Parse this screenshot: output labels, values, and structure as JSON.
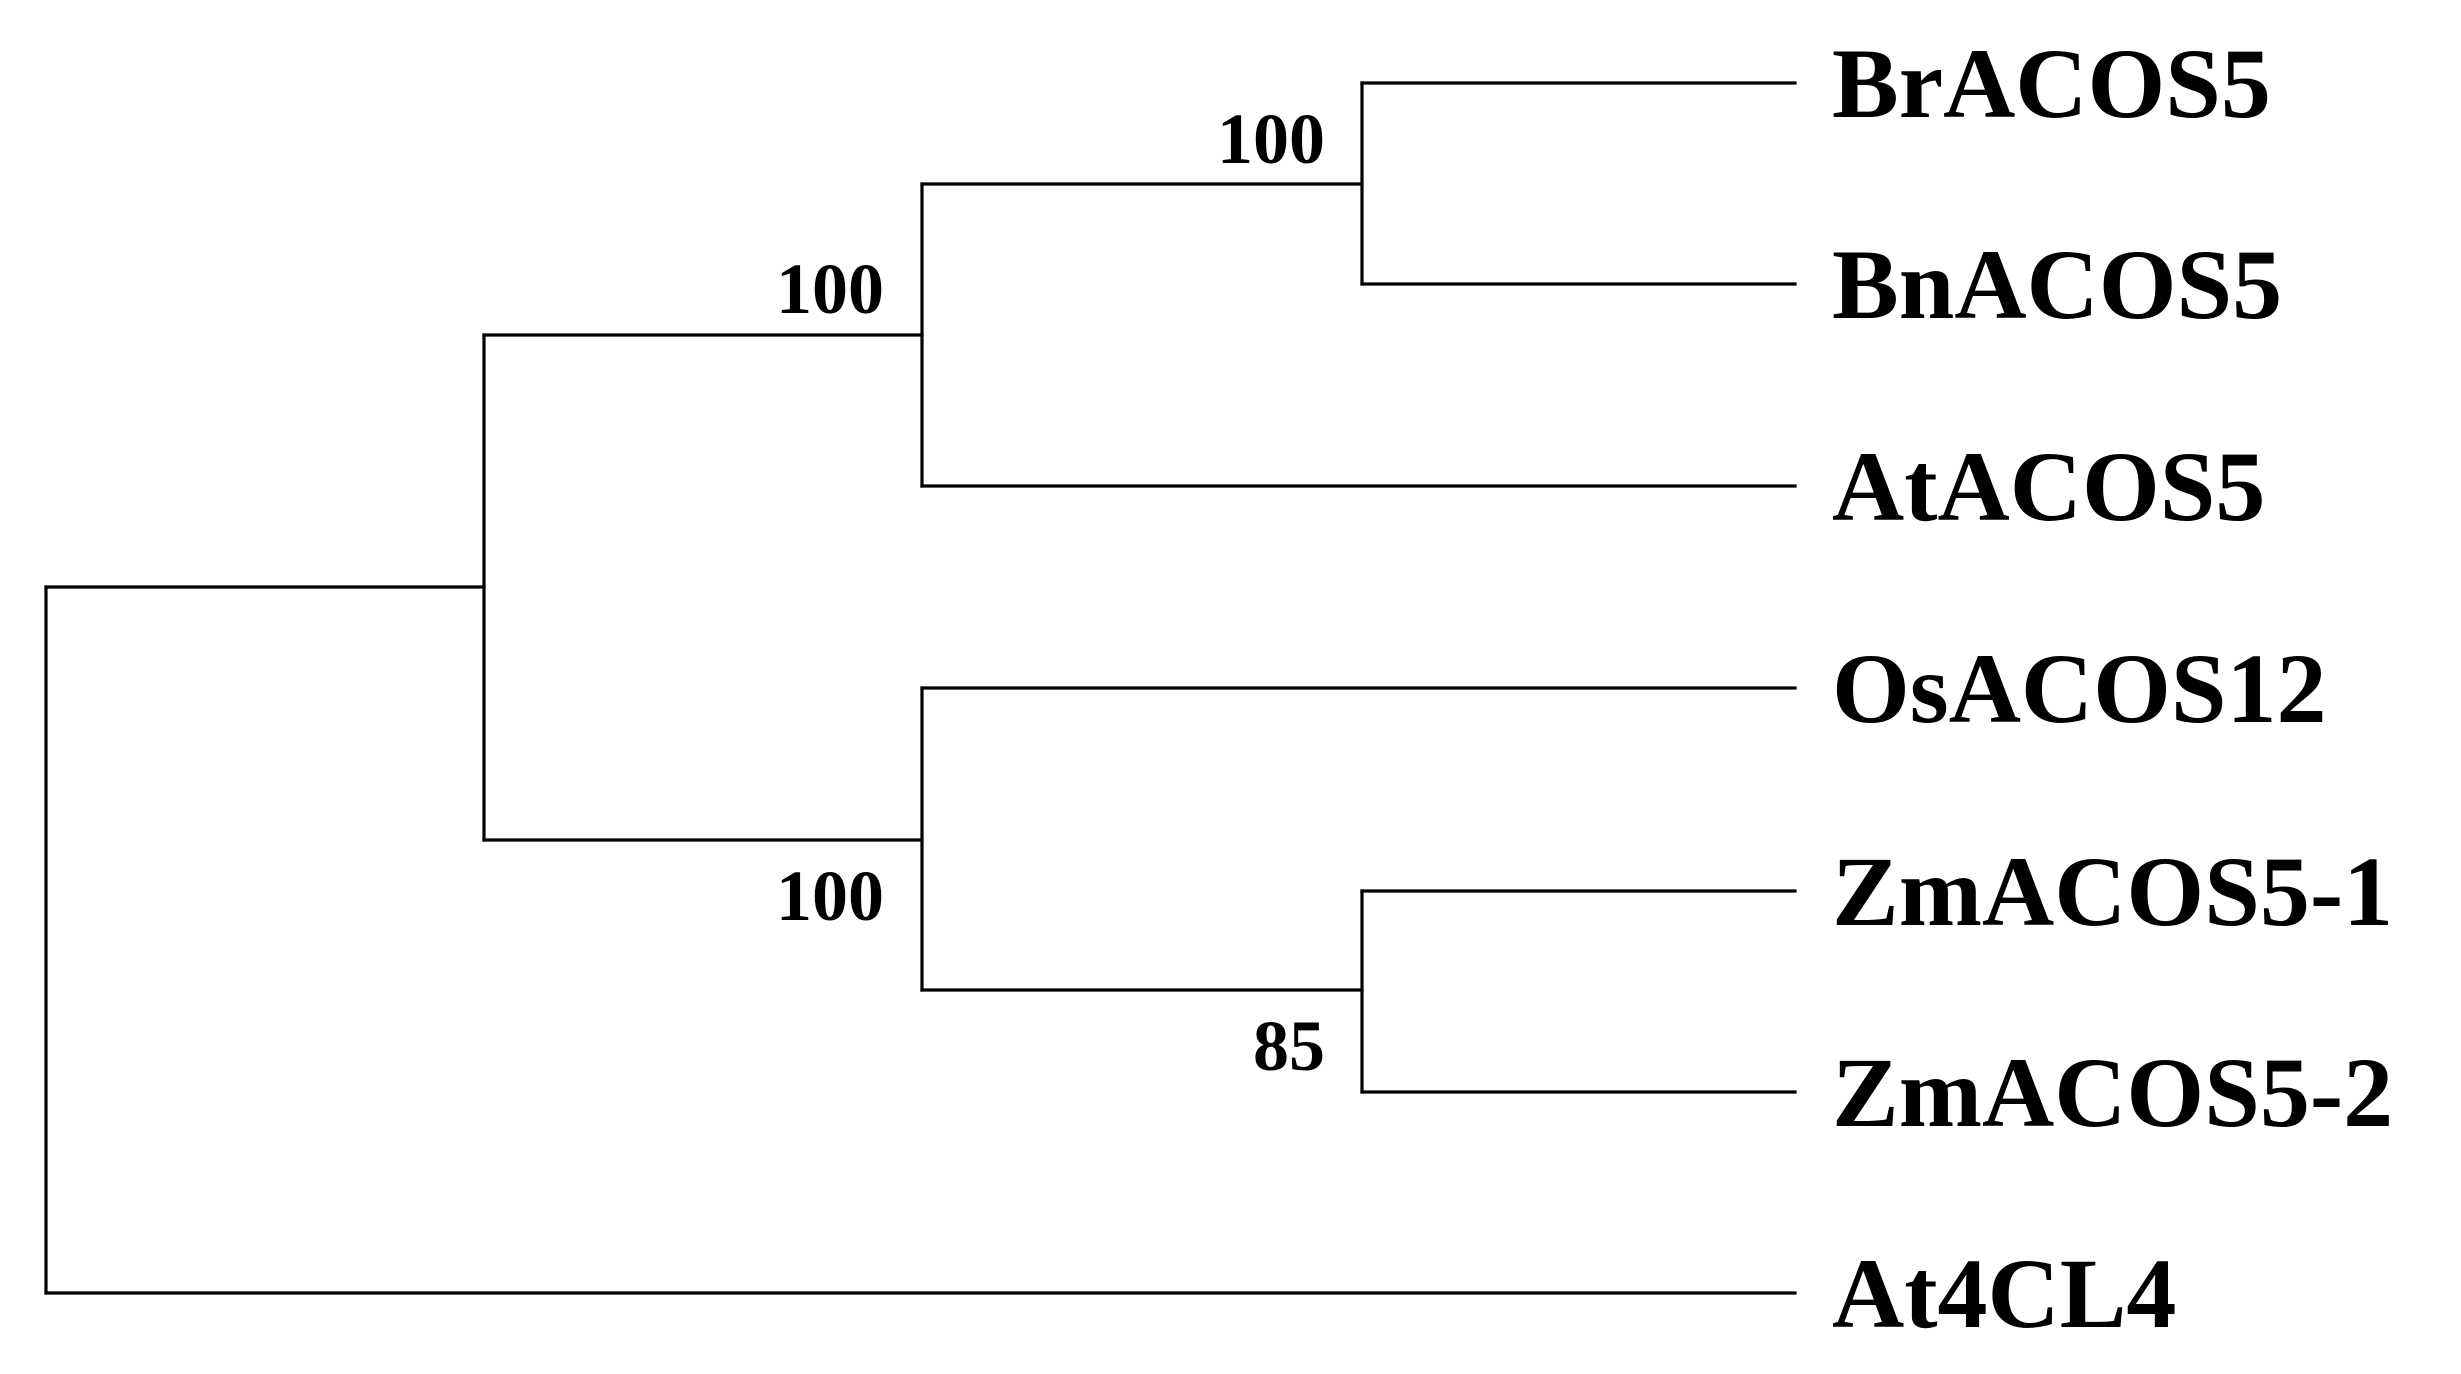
{
  "tree": {
    "leaves": [
      {
        "id": "brACOS5",
        "label": "BrACOS5"
      },
      {
        "id": "bnACOS5",
        "label": "BnACOS5"
      },
      {
        "id": "atACOS5",
        "label": "AtACOS5"
      },
      {
        "id": "osACOS12",
        "label": "OsACOS12"
      },
      {
        "id": "zmACOS5_1",
        "label": "ZmACOS5-1"
      },
      {
        "id": "zmACOS5_2",
        "label": "ZmACOS5-2"
      },
      {
        "id": "at4CL4",
        "label": "At4CL4"
      }
    ],
    "support_values": {
      "brassica_clade": "100",
      "dicot_acos5_clade": "100",
      "monocot_clade": "100",
      "maize_clade": "85"
    }
  }
}
